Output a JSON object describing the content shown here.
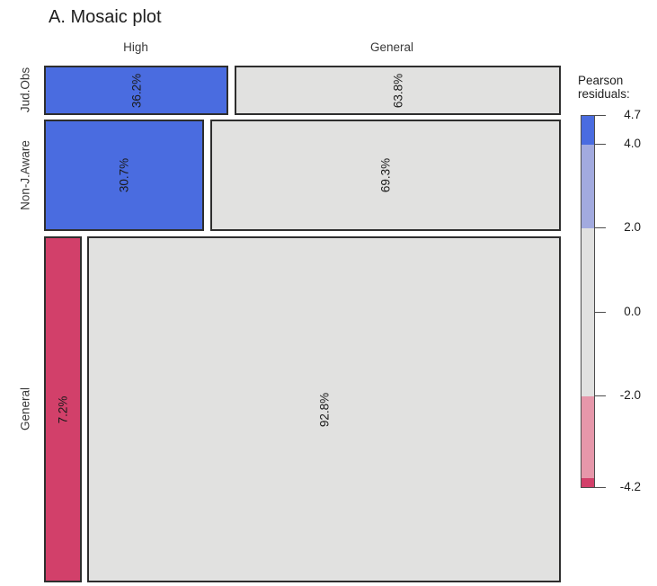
{
  "title": "A. Mosaic plot",
  "chart_data": {
    "type": "mosaic",
    "x_axis_categories": [
      "High",
      "General"
    ],
    "y_axis_categories": [
      "Jud.Obs",
      "Non-J.Aware",
      "General"
    ],
    "rows": [
      {
        "category": "Jud.Obs",
        "cells": [
          {
            "column": "High",
            "label": "36.2%",
            "value_pct": 36.2,
            "residual_bucket": "blue_strong"
          },
          {
            "column": "General",
            "label": "63.8%",
            "value_pct": 63.8,
            "residual_bucket": "neutral"
          }
        ]
      },
      {
        "category": "Non-J.Aware",
        "cells": [
          {
            "column": "High",
            "label": "30.7%",
            "value_pct": 30.7,
            "residual_bucket": "blue_strong"
          },
          {
            "column": "General",
            "label": "69.3%",
            "value_pct": 69.3,
            "residual_bucket": "neutral"
          }
        ]
      },
      {
        "category": "General",
        "cells": [
          {
            "column": "High",
            "label": "7.2%",
            "value_pct": 7.2,
            "residual_bucket": "red_strong"
          },
          {
            "column": "General",
            "label": "92.8%",
            "value_pct": 92.8,
            "residual_bucket": "neutral"
          }
        ]
      }
    ],
    "legend": {
      "title": "Pearson residuals:",
      "scale_max": 4.7,
      "scale_min": -4.2,
      "ticks": [
        "4.7",
        "4.0",
        "2.0",
        "0.0",
        "-2.0",
        "-4.2"
      ],
      "segments": [
        {
          "from": 4.7,
          "to": 4.0,
          "color_key": "blue_strong"
        },
        {
          "from": 4.0,
          "to": 2.0,
          "color_key": "blue_light"
        },
        {
          "from": 2.0,
          "to": -2.0,
          "color_key": "neutral"
        },
        {
          "from": -2.0,
          "to": -4.0,
          "color_key": "red_light"
        },
        {
          "from": -4.0,
          "to": -4.2,
          "color_key": "red_strong"
        }
      ]
    }
  },
  "colors": {
    "blue_strong": "#4a6ce0",
    "blue_light": "#a2aadf",
    "neutral": "#e1e1e0",
    "red_light": "#e697aa",
    "red_strong": "#d2406a"
  }
}
